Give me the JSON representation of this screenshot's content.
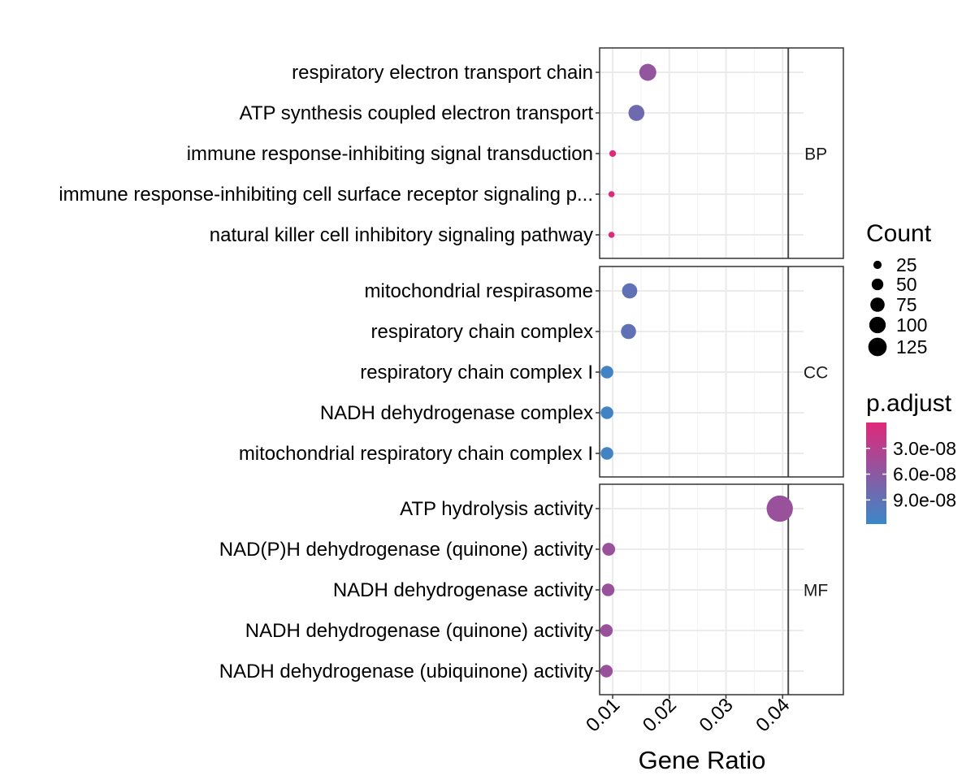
{
  "chart_data": {
    "type": "scatter",
    "xlabel": "Gene Ratio",
    "xlim": [
      0.0077,
      0.0437
    ],
    "xticks": [
      0.01,
      0.02,
      0.03,
      0.04
    ],
    "xtick_labels": [
      "0.01",
      "0.02",
      "0.03",
      "0.04"
    ],
    "grid": true,
    "panels": [
      {
        "name": "BP",
        "terms": [
          {
            "label": "respiratory electron transport chain",
            "x": 0.0162,
            "count": 65,
            "padj": 5.5e-08
          },
          {
            "label": "ATP synthesis coupled electron transport",
            "x": 0.0142,
            "count": 57,
            "padj": 8e-08
          },
          {
            "label": "immune response-inhibiting signal transduction",
            "x": 0.01,
            "count": 10,
            "padj": 2e-09
          },
          {
            "label": "immune response-inhibiting cell surface receptor signaling p...",
            "x": 0.0098,
            "count": 8,
            "padj": 2e-09
          },
          {
            "label": "natural killer cell inhibitory signaling pathway",
            "x": 0.0098,
            "count": 8,
            "padj": 2e-09
          }
        ]
      },
      {
        "name": "CC",
        "terms": [
          {
            "label": "mitochondrial respirasome",
            "x": 0.013,
            "count": 52,
            "padj": 9e-08
          },
          {
            "label": "respiratory chain complex",
            "x": 0.0128,
            "count": 51,
            "padj": 9e-08
          },
          {
            "label": "respiratory chain complex I",
            "x": 0.009,
            "count": 36,
            "padj": 1.12e-07
          },
          {
            "label": "NADH dehydrogenase complex",
            "x": 0.009,
            "count": 36,
            "padj": 1.12e-07
          },
          {
            "label": "mitochondrial respiratory chain complex I",
            "x": 0.009,
            "count": 36,
            "padj": 1.12e-07
          }
        ]
      },
      {
        "name": "MF",
        "terms": [
          {
            "label": "ATP hydrolysis activity",
            "x": 0.0395,
            "count": 155,
            "padj": 5e-08
          },
          {
            "label": "NAD(P)H dehydrogenase (quinone) activity",
            "x": 0.0093,
            "count": 37,
            "padj": 5e-08
          },
          {
            "label": "NADH dehydrogenase activity",
            "x": 0.0092,
            "count": 36,
            "padj": 5e-08
          },
          {
            "label": "NADH dehydrogenase (quinone) activity",
            "x": 0.0089,
            "count": 35,
            "padj": 5e-08
          },
          {
            "label": "NADH dehydrogenase (ubiquinone) activity",
            "x": 0.0089,
            "count": 35,
            "padj": 5e-08
          }
        ]
      }
    ],
    "size_legend": {
      "title": "Count",
      "values": [
        25,
        50,
        75,
        100,
        125
      ],
      "labels": [
        "25",
        "50",
        "75",
        "100",
        "125"
      ]
    },
    "color_legend": {
      "title": "p.adjust",
      "low_color": "#E0287A",
      "high_color": "#3A88C8",
      "range": [
        0,
        1.18e-07
      ],
      "ticks": [
        3e-08,
        6e-08,
        9e-08
      ],
      "labels": [
        "3.0e-08",
        "6.0e-08",
        "9.0e-08"
      ]
    },
    "reference_line_x": 0.041
  }
}
